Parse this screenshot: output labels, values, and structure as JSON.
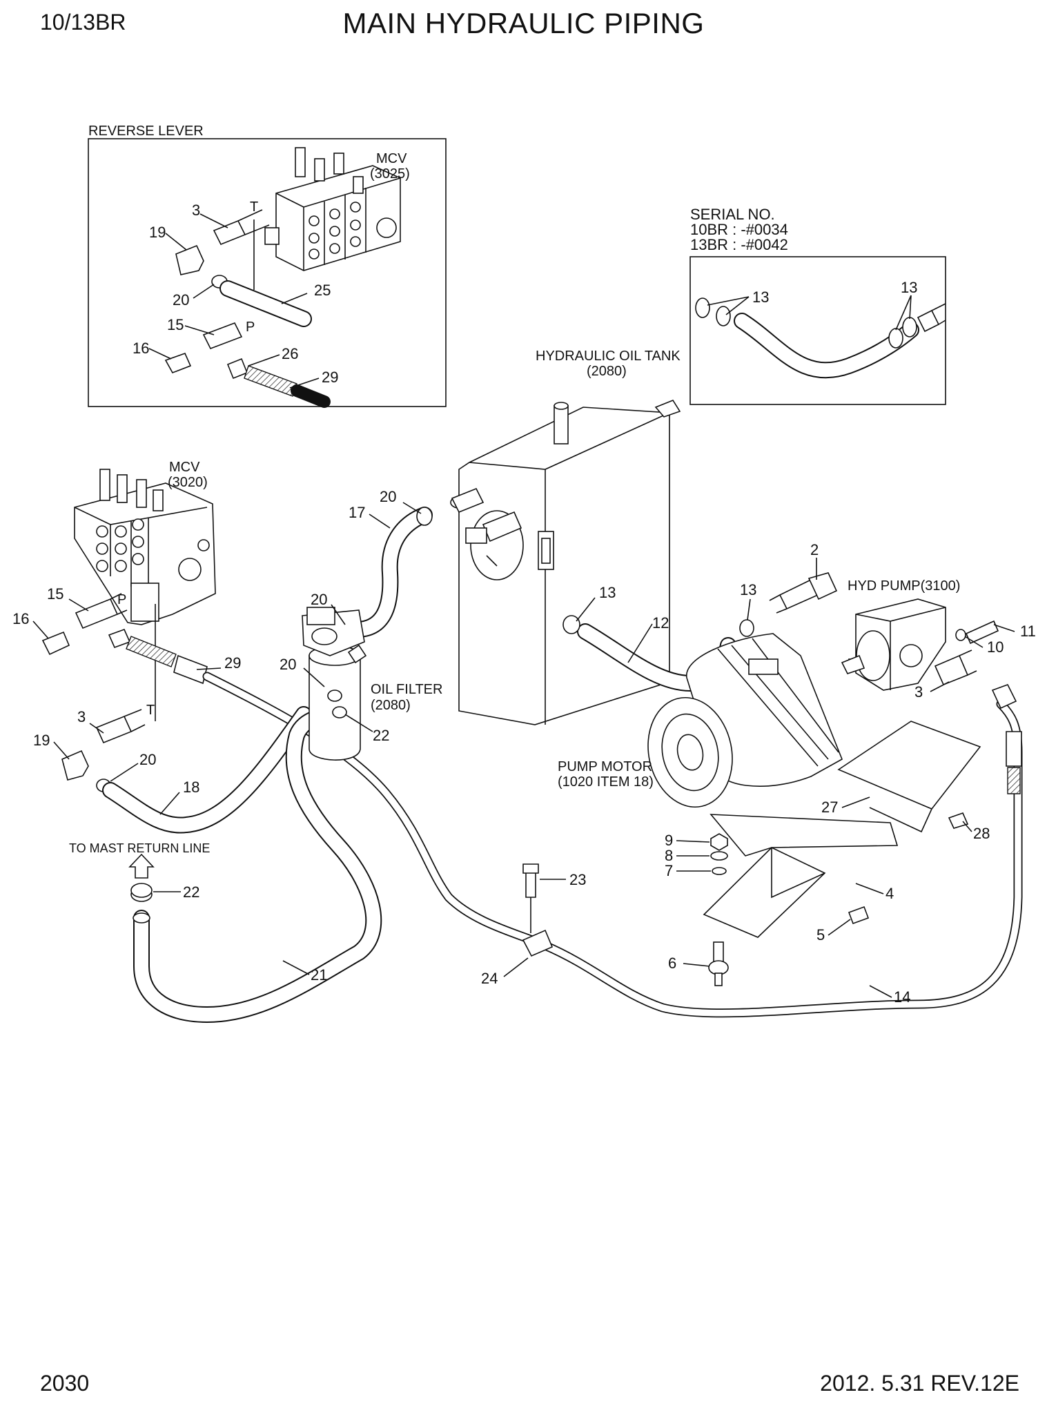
{
  "header": {
    "model": "10/13BR",
    "title": "MAIN HYDRAULIC PIPING"
  },
  "footer": {
    "page_number": "2030",
    "revision": "2012. 5.31  REV.12E"
  },
  "insets": {
    "reverse_lever": {
      "title": "REVERSE LEVER",
      "mcv_name": "MCV",
      "mcv_ref": "(3025)"
    },
    "serial": {
      "line1": "SERIAL NO.",
      "line2": "10BR : -#0034",
      "line3": "13BR : -#0042"
    }
  },
  "components": {
    "mcv_name": "MCV",
    "mcv_ref": "(3020)",
    "tank_name": "HYDRAULIC OIL TANK",
    "tank_ref": "(2080)",
    "pump_name": "HYD PUMP(3100)",
    "filter_name": "OIL FILTER",
    "filter_ref": "(2080)",
    "motor_name": "PUMP MOTOR",
    "motor_ref": "(1020 ITEM 18)",
    "mast_return": "TO MAST RETURN LINE",
    "port_t": "T",
    "port_p": "P"
  },
  "callouts": {
    "c1": "3",
    "c2": "19",
    "c3": "20",
    "c4": "25",
    "c5": "15",
    "c6": "16",
    "c7": "26",
    "c8": "29",
    "c9": "13",
    "c10": "13",
    "c11": "20",
    "c12": "17",
    "c13": "20",
    "c14": "13",
    "c15": "12",
    "c16": "2",
    "c17": "13",
    "c18": "11",
    "c19": "10",
    "c20": "3",
    "c21": "15",
    "c22": "16",
    "c23": "29",
    "c24": "20",
    "c25": "22",
    "c26": "3",
    "c27": "19",
    "c28": "20",
    "c29": "18",
    "c30": "27",
    "c31": "28",
    "c32": "9",
    "c33": "8",
    "c34": "7",
    "c35": "4",
    "c36": "5",
    "c37": "6",
    "c38": "22",
    "c39": "23",
    "c40": "24",
    "c41": "21",
    "c42": "14"
  }
}
